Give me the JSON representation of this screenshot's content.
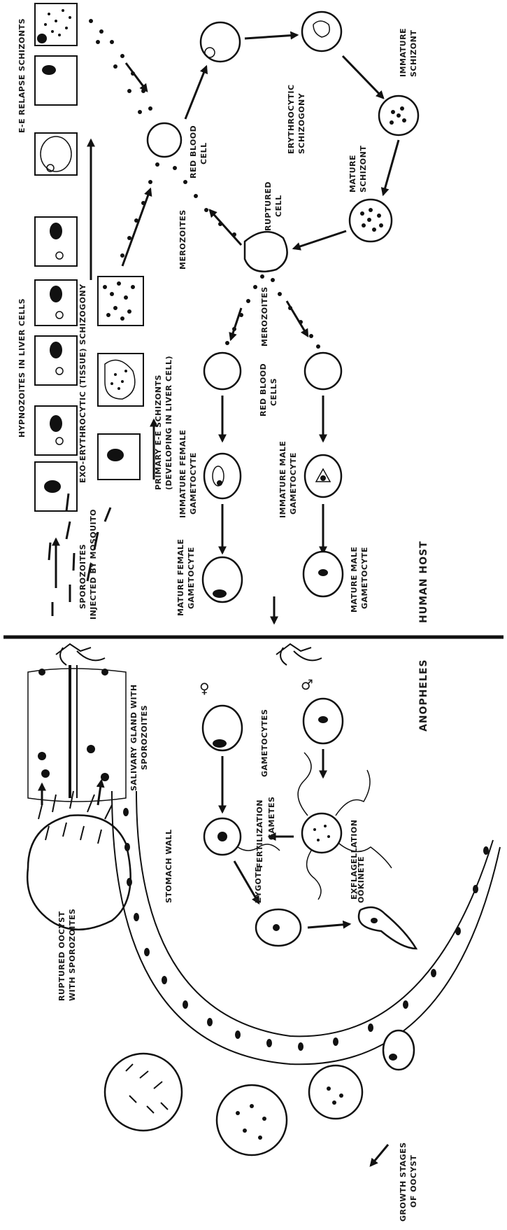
{
  "labels": {
    "ee_relapse": "E-E RELAPSE SCHIZONTS",
    "hypnozoites": "HYPNOZOITES IN LIVER CELLS",
    "exo_erythrocytic": "EXO-ERYTHROCYTIC (TISSUE) SCHIZOGONY",
    "primary_ee_1": "PRIMARY E-E SCHIZONTS",
    "primary_ee_2": "(DEVELOPING IN LIVER CELL)",
    "sporozoites_1": "SPOROZOITES",
    "sporozoites_2": "INJECTED BY MOSQUITO",
    "merozoites_top": "MEROZOITES",
    "merozoites_mid": "MEROZOITES",
    "red_blood_cell_1": "RED BLOOD",
    "red_blood_cell_2": "CELL",
    "red_blood_cells_1": "RED BLOOD",
    "red_blood_cells_2": "CELLS",
    "ruptured_cell_1": "RUPTURED",
    "ruptured_cell_2": "CELL",
    "erythrocytic_1": "ERYTHROCYTIC",
    "erythrocytic_2": "SCHIZOGONY",
    "immature_schizont_1": "IMMATURE",
    "immature_schizont_2": "SCHIZONT",
    "mature_schizont_1": "MATURE",
    "mature_schizont_2": "SCHIZONT",
    "immature_female_1": "IMMATURE FEMALE",
    "immature_female_2": "GAMETOCYTE",
    "immature_male_1": "IMMATURE MALE",
    "immature_male_2": "GAMETOCYTE",
    "mature_female_1": "MATURE FEMALE",
    "mature_female_2": "GAMETOCYTE",
    "mature_male_1": "MATURE MALE",
    "mature_male_2": "GAMETOCYTE",
    "human_host": "HUMAN HOST",
    "anopheles": "ANOPHELES",
    "salivary_1": "SALIVARY GLAND WITH",
    "salivary_2": "SPOROZOITES",
    "ruptured_oocyst_1": "RUPTURED OOCYST",
    "ruptured_oocyst_2": "WITH SPOROZOITES",
    "stomach_wall": "STOMACH WALL",
    "gametocytes": "GAMETOCYTES",
    "fertilization": "FERTILIZATION",
    "gametes": "GAMETES",
    "exflagellation": "EXFLAGELLATION",
    "zygote": "ZYGOTE",
    "ookinete": "OÖKINETE",
    "growth_1": "GROWTH STAGES",
    "growth_2": "OF OOCYST",
    "female_symbol": "♀",
    "male_symbol": "♂"
  }
}
